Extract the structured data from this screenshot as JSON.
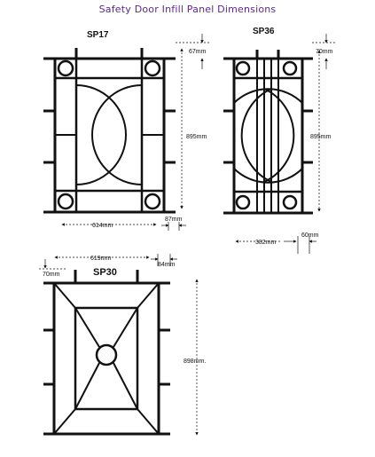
{
  "title": "Safety Door Infill Panel Dimensions",
  "panels": [
    {
      "name": "SP17",
      "width": "614mm",
      "height": "895mm",
      "top_offset": "67mm",
      "side_offset": "87mm"
    },
    {
      "name": "SP36",
      "width": "382mm",
      "height": "895mm",
      "top_offset": "70mm",
      "side_offset": "60mm"
    },
    {
      "name": "SP30",
      "width": "619mm",
      "height": "898mm.",
      "top_offset": "70mm",
      "side_offset": "84mm"
    }
  ]
}
